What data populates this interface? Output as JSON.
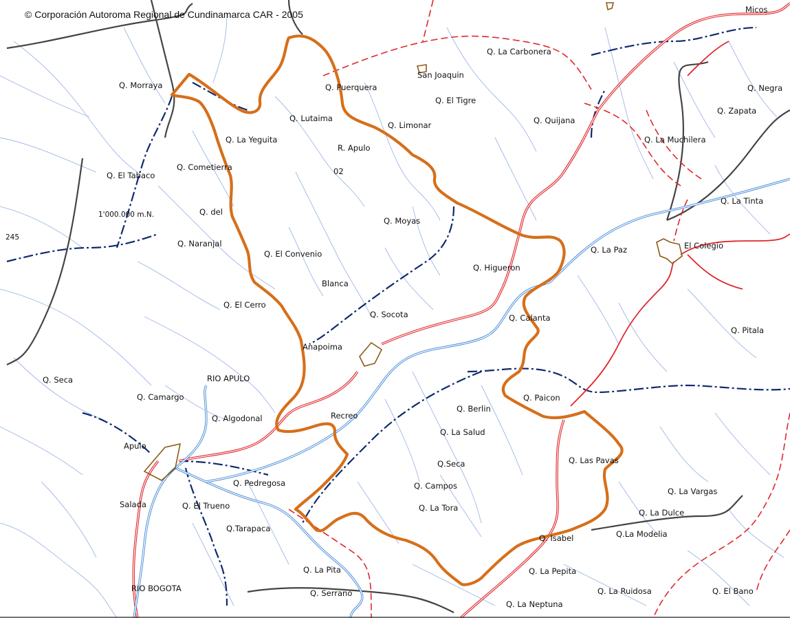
{
  "copyright": "© Corporación Autoroma Regional de Cundinamarca CAR - 2005",
  "coord_label": "1'000.000 m.N.",
  "edge_label": "245",
  "colors": {
    "boundary": "#d66f1a",
    "river": "#3f86d6",
    "road": "#e0262b",
    "contour": "#0f2a6e",
    "town": "#8b5a16"
  },
  "labels": {
    "micos": "Micos",
    "q_la_carbonera": "Q. La Carbonera",
    "san_joaquin": "San Joaquin",
    "q_morraya": "Q. Morraya",
    "q_puerquera": "Q. Puerquera",
    "q_el_tigre": "Q. El Tigre",
    "q_negra": "Q. Negra",
    "q_zapata": "Q. Zapata",
    "q_lutaima": "Q. Lutaima",
    "q_limonar": "Q. Limonar",
    "q_quijana": "Q. Quijana",
    "q_la_yeguita": "Q. La Yeguita",
    "r_apulo": "R. Apulo",
    "q_la_muchilera": "Q. La Muchilera",
    "q_el_tabaco": "Q. El Tabaco",
    "q_cometierra": "Q. Cometierra",
    "code_02": "02",
    "q_del": "Q. del",
    "q_la_tinta": "Q. La Tinta",
    "q_moyas": "Q. Moyas",
    "q_naranjal": "Q. Naranjal",
    "q_la_paz": "Q. La Paz",
    "el_colegio": "El Colegio",
    "q_el_convenio": "Q. El Convenio",
    "q_higueron": "Q. Higueron",
    "blanca": "Blanca",
    "q_el_cerro": "Q. El Cerro",
    "q_socota": "Q. Socota",
    "q_calanta": "Q. Calanta",
    "q_pitala": "Q. Pitala",
    "anapoima": "Anapoima",
    "q_seca": "Q. Seca",
    "rio_apulo": "RIO APULO",
    "q_camargo": "Q. Camargo",
    "q_paicon": "Q. Paicon",
    "q_algodonal": "Q. Algodonal",
    "recreo": "Recreo",
    "q_berlin": "Q. Berlin",
    "q_la_salud": "Q. La Salud",
    "apulo": "Apulo",
    "q_las_pavas": "Q. Las Pavas",
    "q_seca_2": "Q.Seca",
    "q_pedregosa": "Q. Pedregosa",
    "q_campos": "Q. Campos",
    "q_la_vargas": "Q. La Vargas",
    "salada": "Salada",
    "q_el_trueno": "Q. El Trueno",
    "q_la_tora": "Q. La Tora",
    "q_la_dulce": "Q. La Dulce",
    "q_tarapaca": "Q.Tarapaca",
    "q_isabel": "Q. Isabel",
    "q_la_modelia": "Q.La Modelia",
    "q_la_pita": "Q. La Pita",
    "q_la_pepita": "Q. La Pepita",
    "rio_bogota": "RIO BOGOTA",
    "q_serrano": "Q. Serrano",
    "q_la_ruidosa": "Q. La Ruidosa",
    "q_el_bano": "Q. El Bano",
    "q_la_neptuna": "Q. La Neptuna"
  }
}
